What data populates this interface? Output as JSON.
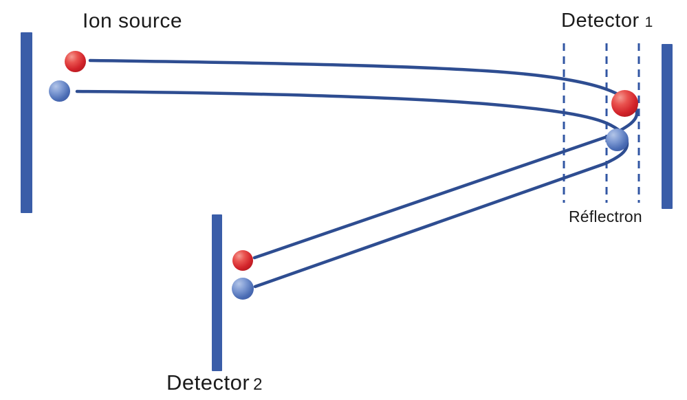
{
  "diagram": {
    "title": "Reflectron time-of-flight mass spectrometer schematic",
    "labels": {
      "ion_source": "Ion source",
      "detector_1_text": "Detector",
      "detector_1_number": "1",
      "detector_2_text": "Detector",
      "detector_2_number": "2",
      "reflectron": "Réflectron"
    },
    "colors": {
      "plate": "#3a5da8",
      "trajectory": "#2e4d91",
      "grid": "#3156a3",
      "ion-red": "#d2232a",
      "ion-blue": "#4a6cb4",
      "label-text": "#1b1b1b",
      "background": "#ffffff"
    },
    "ions": [
      {
        "marker": "red-sphere",
        "shown_at": [
          "ion source",
          "reflectron turnaround (upper)",
          "detector 2 (upper)"
        ]
      },
      {
        "marker": "blue-sphere",
        "shown_at": [
          "ion source",
          "reflectron turnaround (lower, deeper)",
          "detector 2 (lower)"
        ]
      }
    ],
    "components": [
      "ion source plate (left)",
      "detector 1 plate (right)",
      "detector 2 plate (bottom middle)",
      "reflectron region: 3 vertical dashed gridlines"
    ]
  }
}
